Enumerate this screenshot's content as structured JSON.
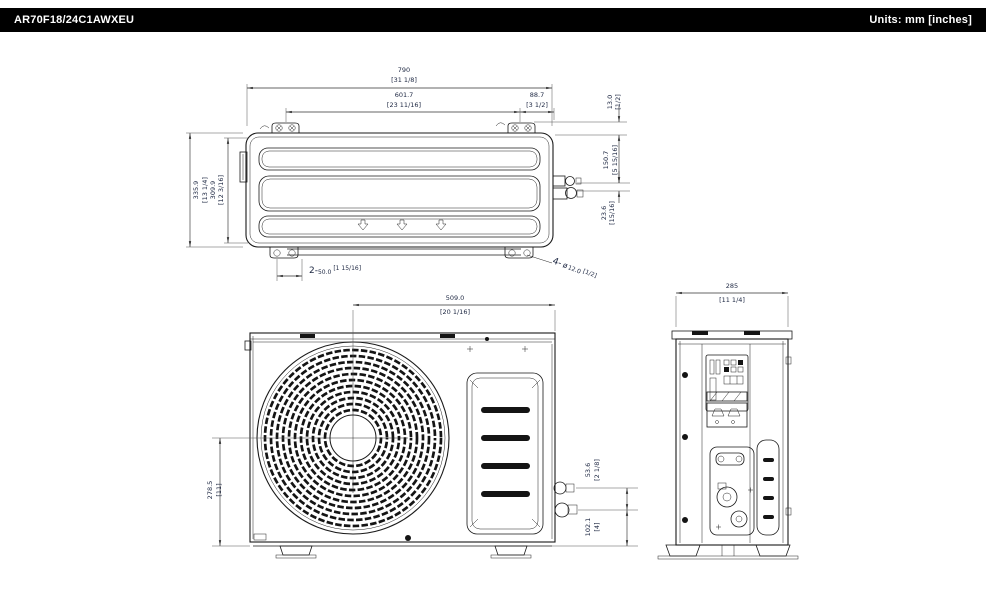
{
  "header": {
    "model": "AR70F18/24C1AWXEU",
    "units_label": "Units: mm [inches]"
  },
  "top_view": {
    "overall_width": {
      "mm": "790",
      "in": "[31 1/8]"
    },
    "foot_pitch": {
      "mm": "601.7",
      "in": "[23 11/16]"
    },
    "foot_to_edge": {
      "mm": "88.7",
      "in": "[3 1/2]"
    },
    "back_lip": {
      "mm": "13.0",
      "in": "[1/2]"
    },
    "overall_depth": {
      "mm": "335.9",
      "in": "[13 1/4]"
    },
    "inner_depth": {
      "mm": "309.9",
      "in": "[12 3/16]"
    },
    "valve_from_back": {
      "mm": "150.7",
      "in": "[5 15/16]"
    },
    "valve_spacing": {
      "mm": "23.6",
      "in": "[15/16]"
    },
    "foot_slot": {
      "count": "2-",
      "mm": "50.0",
      "in": "[1 15/16]"
    },
    "mounting_holes": {
      "count": "4-",
      "symbol": "ø",
      "mm": "12.0",
      "in": "[1/2]"
    }
  },
  "front_view": {
    "fan_center_to_right": {
      "mm": "509.0",
      "in": "[20 1/16]"
    },
    "fan_center_height": {
      "mm": "278.5",
      "in": "[11]"
    },
    "gas_valve_offset": {
      "mm": "53.6",
      "in": "[2 1/8]"
    },
    "liquid_valve_height": {
      "mm": "102.1",
      "in": "[4]"
    }
  },
  "side_view": {
    "overall_depth": {
      "mm": "285",
      "in": "[11 1/4]"
    }
  }
}
